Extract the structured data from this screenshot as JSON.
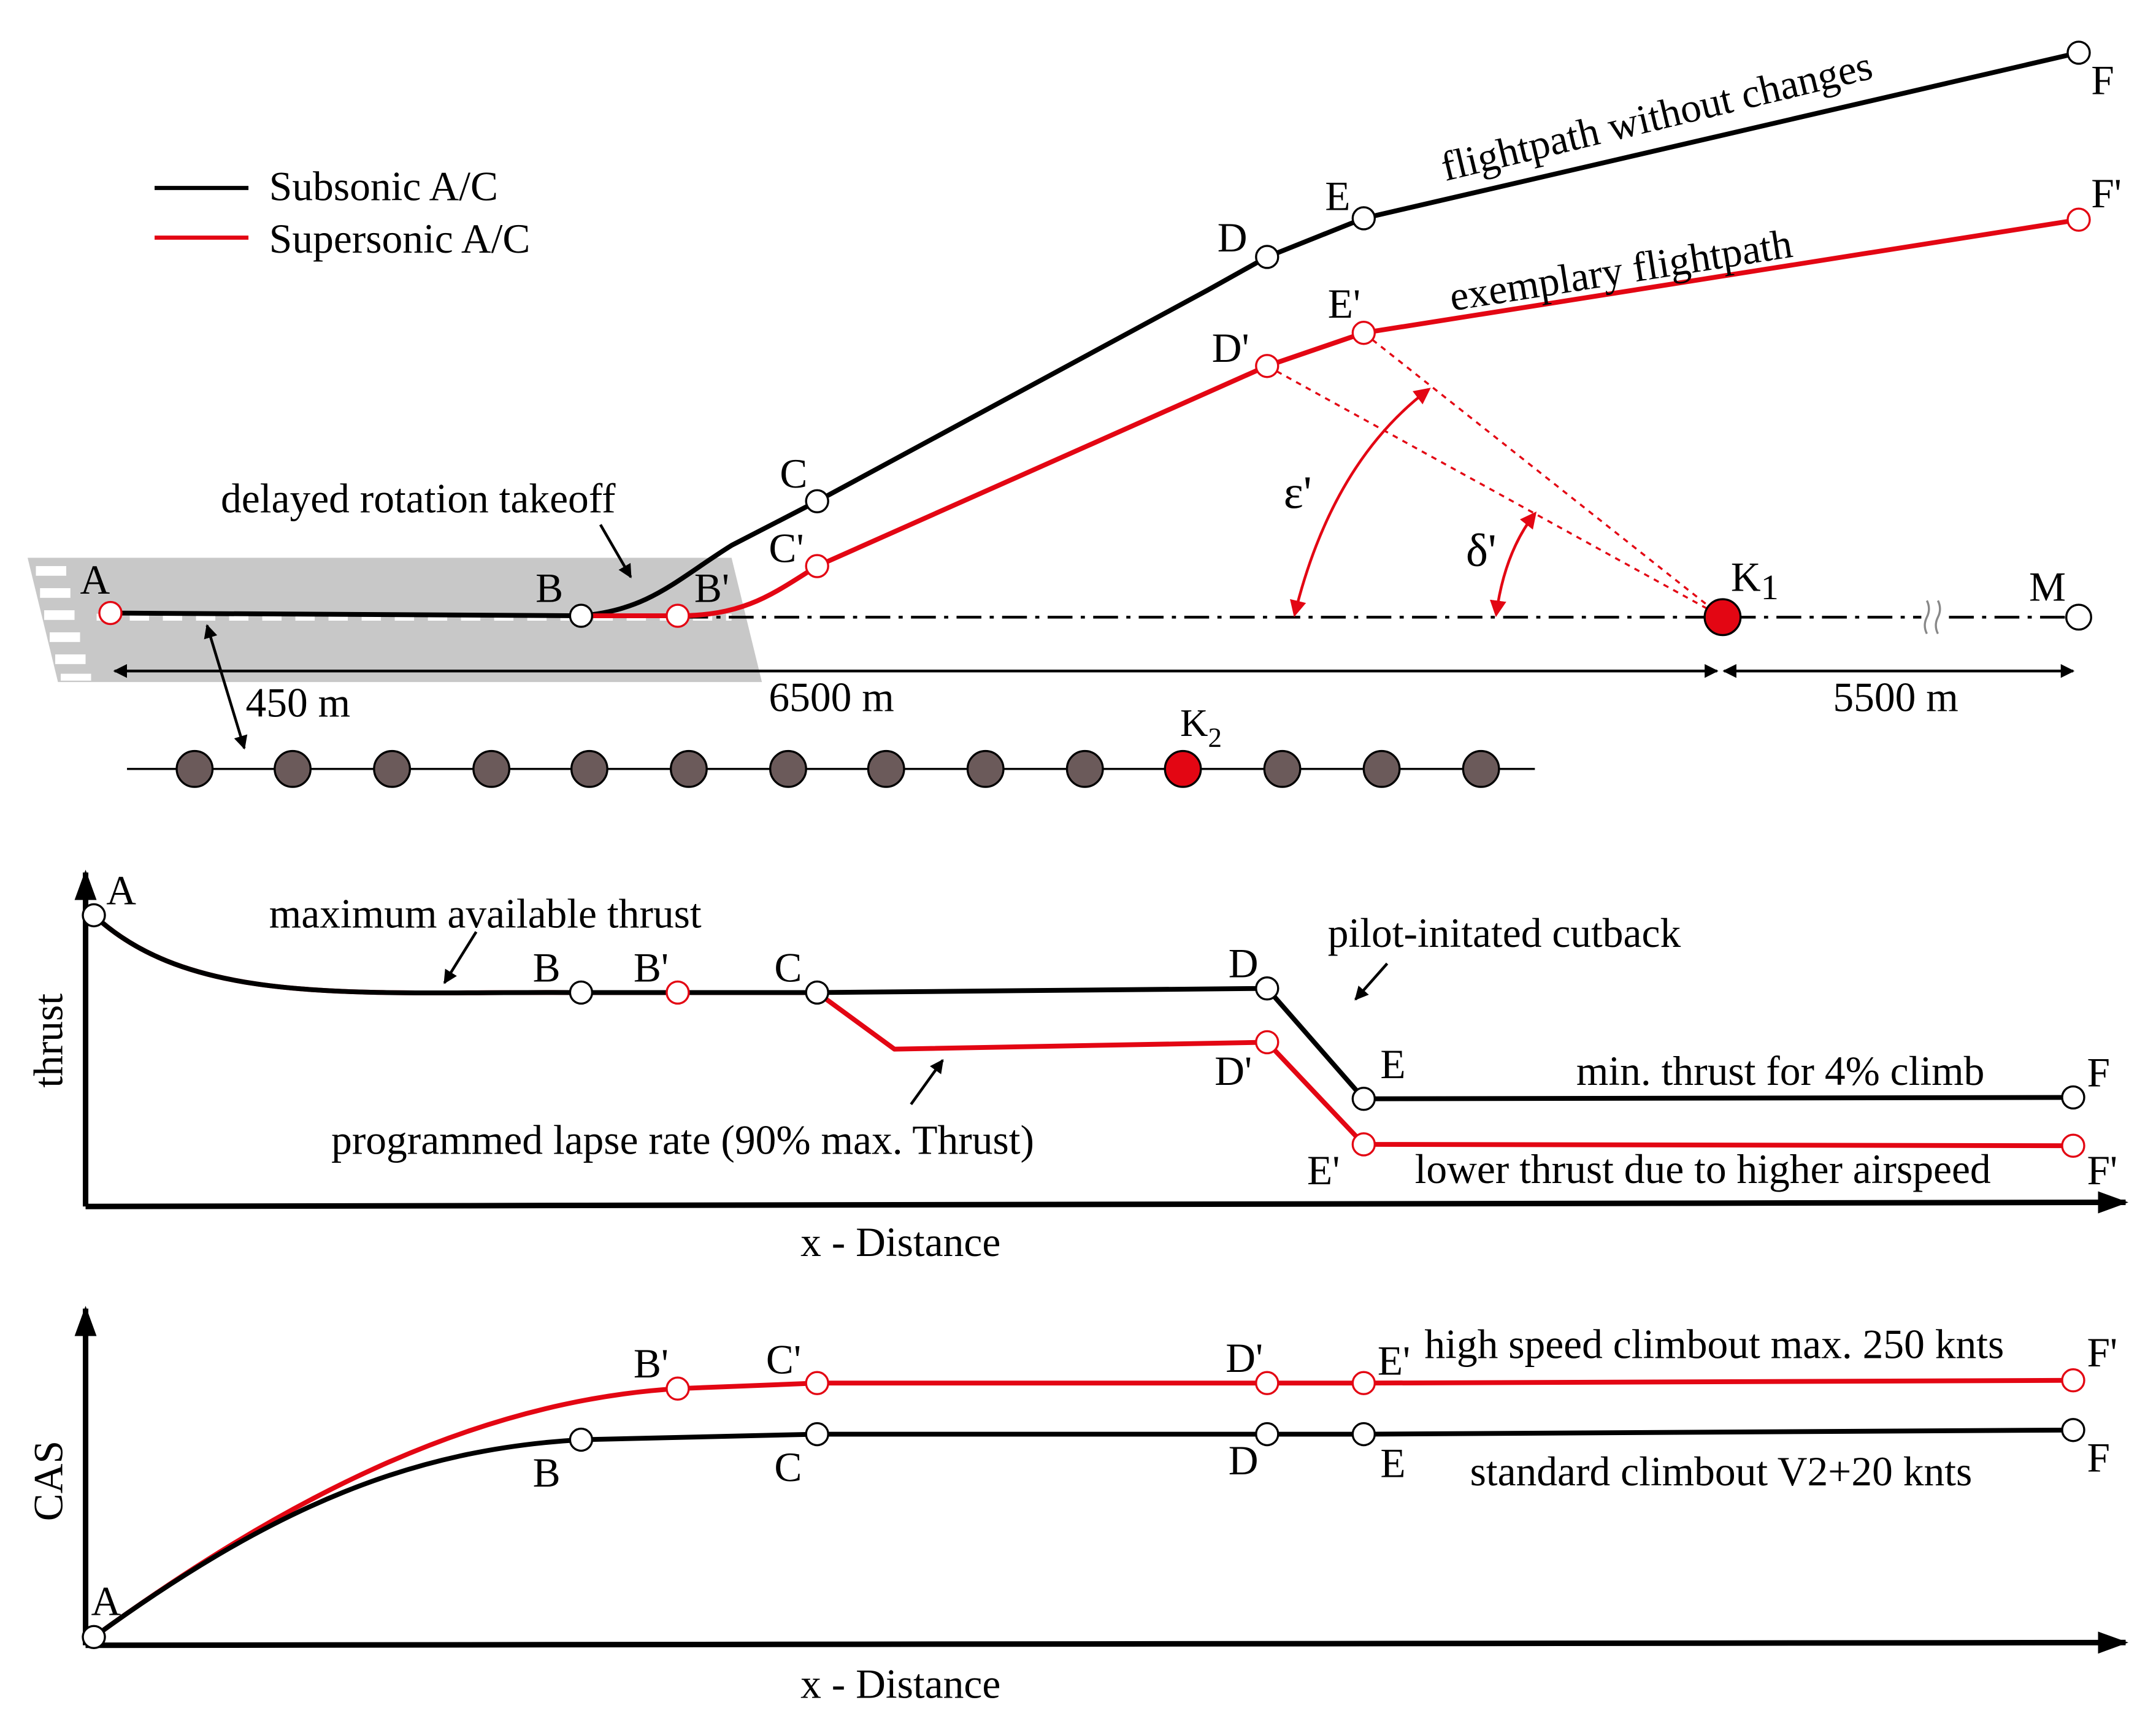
{
  "legend": {
    "subsonic": "Subsonic A/C",
    "supersonic": "Supersonic A/C",
    "subsonic_color": "#000000",
    "supersonic_color": "#e30613"
  },
  "top_panel": {
    "delayed_rotation": "delayed rotation takeoff",
    "flightpath_without_changes": "flightpath without changes",
    "exemplary_flightpath": "exemplary flightpath",
    "epsilon": "ε'",
    "delta": "δ'",
    "dist_450": "450 m",
    "dist_6500": "6500 m",
    "dist_5500": "5500 m",
    "k1": "K",
    "k1_sub": "1",
    "k2": "K",
    "k2_sub": "2",
    "m": "M",
    "points": {
      "A": "A",
      "B": "B",
      "Bp": "B'",
      "C": "C",
      "Cp": "C'",
      "D": "D",
      "Dp": "D'",
      "E": "E",
      "Ep": "E'",
      "F": "F",
      "Fp": "F'"
    },
    "runway_color": "#c8c8c8",
    "monitor_color": "#6b5a5a",
    "monitor_highlight_color": "#e30613"
  },
  "thrust_panel": {
    "ylabel": "thrust",
    "xlabel": "x - Distance",
    "max_thrust": "maximum available thrust",
    "pilot_cutback": "pilot-initated cutback",
    "lapse_rate": "programmed lapse rate (90% max. Thrust)",
    "min_thrust": "min. thrust for 4% climb",
    "lower_thrust": "lower thrust due to higher airspeed",
    "points": {
      "A": "A",
      "B": "B",
      "Bp": "B'",
      "C": "C",
      "D": "D",
      "Dp": "D'",
      "E": "E",
      "Ep": "E'",
      "F": "F",
      "Fp": "F'"
    }
  },
  "cas_panel": {
    "ylabel": "CAS",
    "xlabel": "x - Distance",
    "high_speed": "high speed climbout max. 250 knts",
    "standard": "standard climbout V2+20 knts",
    "points": {
      "A": "A",
      "B": "B",
      "Bp": "B'",
      "C": "C",
      "Cp": "C'",
      "D": "D",
      "Dp": "D'",
      "E": "E",
      "Ep": "E'",
      "F": "F",
      "Fp": "F'"
    }
  }
}
